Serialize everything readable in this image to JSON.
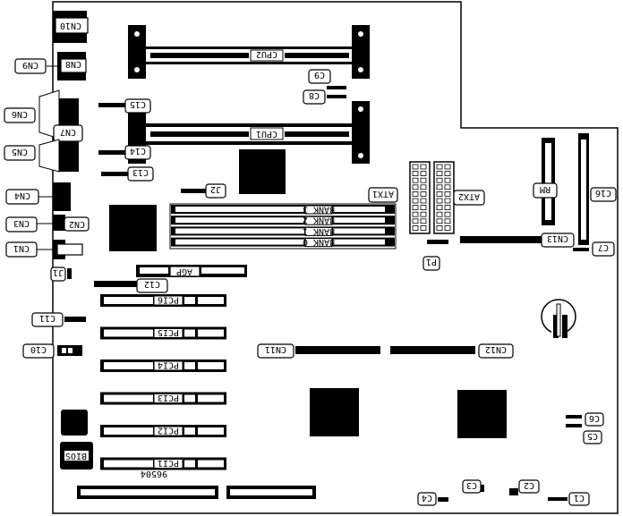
{
  "colors": {
    "ink": "#000000",
    "paper": "#ffffff"
  },
  "labels": {
    "cpu1": "CPU1",
    "cpu2": "CPU2",
    "cn1": "CN1",
    "cn2": "CN2",
    "cn3": "CN3",
    "cn4": "CN4",
    "cn5": "CN5",
    "cn6": "CN6",
    "cn7": "CN7",
    "cn8": "CN8",
    "cn9": "CN9",
    "cn10": "CN10",
    "cn11": "CN11",
    "cn12": "CN12",
    "cn13": "CN13",
    "c1": "C1",
    "c2": "C2",
    "c3": "C3",
    "c4": "C4",
    "c5": "C5",
    "c6": "C6",
    "c7": "C7",
    "c8": "C8",
    "c9": "C9",
    "c10": "C10",
    "c11": "C11",
    "c12": "C12",
    "c13": "C13",
    "c14": "C14",
    "c15": "C15",
    "c16": "C16",
    "j1": "J1",
    "j2": "J2",
    "p1": "P1",
    "atx1": "ATX1",
    "atx2": "ATX2",
    "rm": "RM",
    "agp": "AGP",
    "bios": "BIOS",
    "serial": "96504",
    "bank0": "BANK 0",
    "bank1": "BANK 1",
    "bank2": "BANK 2",
    "bank3": "BANK 3",
    "pci1": "PCI1",
    "pci2": "PCI2",
    "pci3": "PCI3",
    "pci4": "PCI4",
    "pci5": "PCI5",
    "pci6": "PCI6"
  }
}
